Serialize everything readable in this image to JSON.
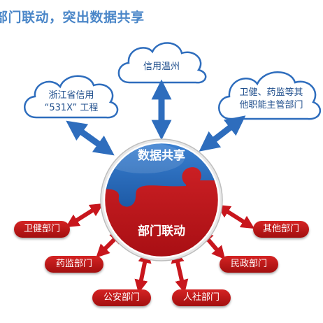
{
  "title": "部门联动，突出数据共享",
  "clouds": {
    "left_line1": "浙江省信用",
    "left_line2": "“531X” 工程",
    "top": "信用温州",
    "right_line1": "卫健、药监等其",
    "right_line2": "他职能主管部门"
  },
  "hub": {
    "top_label": "数据共享",
    "bottom_label": "部门联动"
  },
  "departments": {
    "d1": "卫健部门",
    "d2": "药监部门",
    "d3": "公安部门",
    "d4": "人社部门",
    "d5": "民政部门",
    "d6": "其他部门"
  },
  "colors": {
    "blue": "#2e6dbd",
    "red": "#c8161d",
    "title": "#4a86c8"
  }
}
